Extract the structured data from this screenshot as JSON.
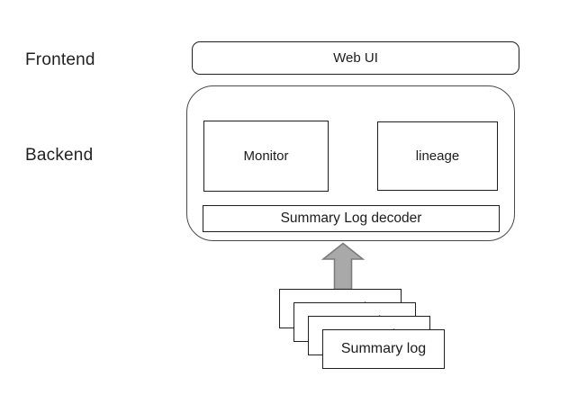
{
  "diagram": {
    "section_labels": {
      "frontend": "Frontend",
      "backend": "Backend"
    },
    "frontend": {
      "web_ui_label": "Web UI"
    },
    "backend": {
      "monitor_label": "Monitor",
      "lineage_label": "lineage",
      "decoder_label": "Summary Log decoder"
    },
    "log_stack": {
      "cards": [
        "Summary log",
        "Summary log",
        "Summary log",
        "Summary log"
      ]
    },
    "arrow": {
      "direction": "up",
      "fill": "#a9a9a9",
      "stroke": "#7c7c7c"
    },
    "colors": {
      "background": "#ffffff",
      "box_border": "#1f1f1f",
      "container_border": "#4a4a4a",
      "text": "#1f1f1f"
    }
  }
}
